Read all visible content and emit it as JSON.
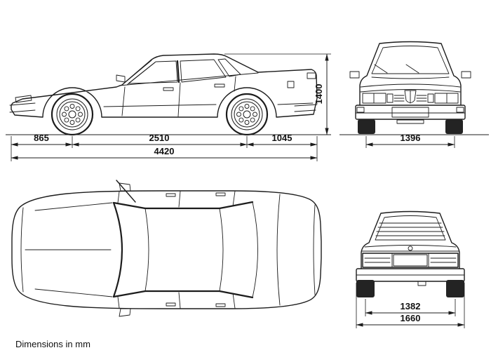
{
  "caption": "Dimensions in mm",
  "dimensions": {
    "side": {
      "front_overhang": "865",
      "wheelbase": "2510",
      "rear_overhang": "1045",
      "overall_length": "4420",
      "height": "1400"
    },
    "front": {
      "front_track": "1396"
    },
    "rear": {
      "rear_track": "1382",
      "overall_width": "1660"
    }
  },
  "colors": {
    "line": "#1c1c1c",
    "background": "#ffffff"
  }
}
